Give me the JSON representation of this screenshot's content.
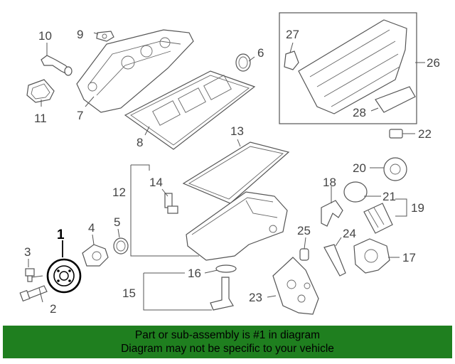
{
  "diagram": {
    "labels": [
      {
        "id": "1",
        "text": "1",
        "highlighted": true
      },
      {
        "id": "2",
        "text": "2"
      },
      {
        "id": "3",
        "text": "3"
      },
      {
        "id": "4",
        "text": "4"
      },
      {
        "id": "5",
        "text": "5"
      },
      {
        "id": "6",
        "text": "6"
      },
      {
        "id": "7",
        "text": "7"
      },
      {
        "id": "8",
        "text": "8"
      },
      {
        "id": "9",
        "text": "9"
      },
      {
        "id": "10",
        "text": "10"
      },
      {
        "id": "11",
        "text": "11"
      },
      {
        "id": "12",
        "text": "12"
      },
      {
        "id": "13",
        "text": "13"
      },
      {
        "id": "14",
        "text": "14"
      },
      {
        "id": "15",
        "text": "15"
      },
      {
        "id": "16",
        "text": "16"
      },
      {
        "id": "17",
        "text": "17"
      },
      {
        "id": "18",
        "text": "18"
      },
      {
        "id": "19",
        "text": "19"
      },
      {
        "id": "20",
        "text": "20"
      },
      {
        "id": "21",
        "text": "21"
      },
      {
        "id": "22",
        "text": "22"
      },
      {
        "id": "23",
        "text": "23"
      },
      {
        "id": "24",
        "text": "24"
      },
      {
        "id": "25",
        "text": "25"
      },
      {
        "id": "26",
        "text": "26"
      },
      {
        "id": "27",
        "text": "27"
      },
      {
        "id": "28",
        "text": "28"
      }
    ]
  },
  "banner": {
    "line1": "Part or sub-assembly is #1 in diagram",
    "line2": "Diagram may not be specific to your vehicle",
    "background": "#1f7f1f"
  },
  "colors": {
    "line": "#555555",
    "highlight": "#000000"
  }
}
